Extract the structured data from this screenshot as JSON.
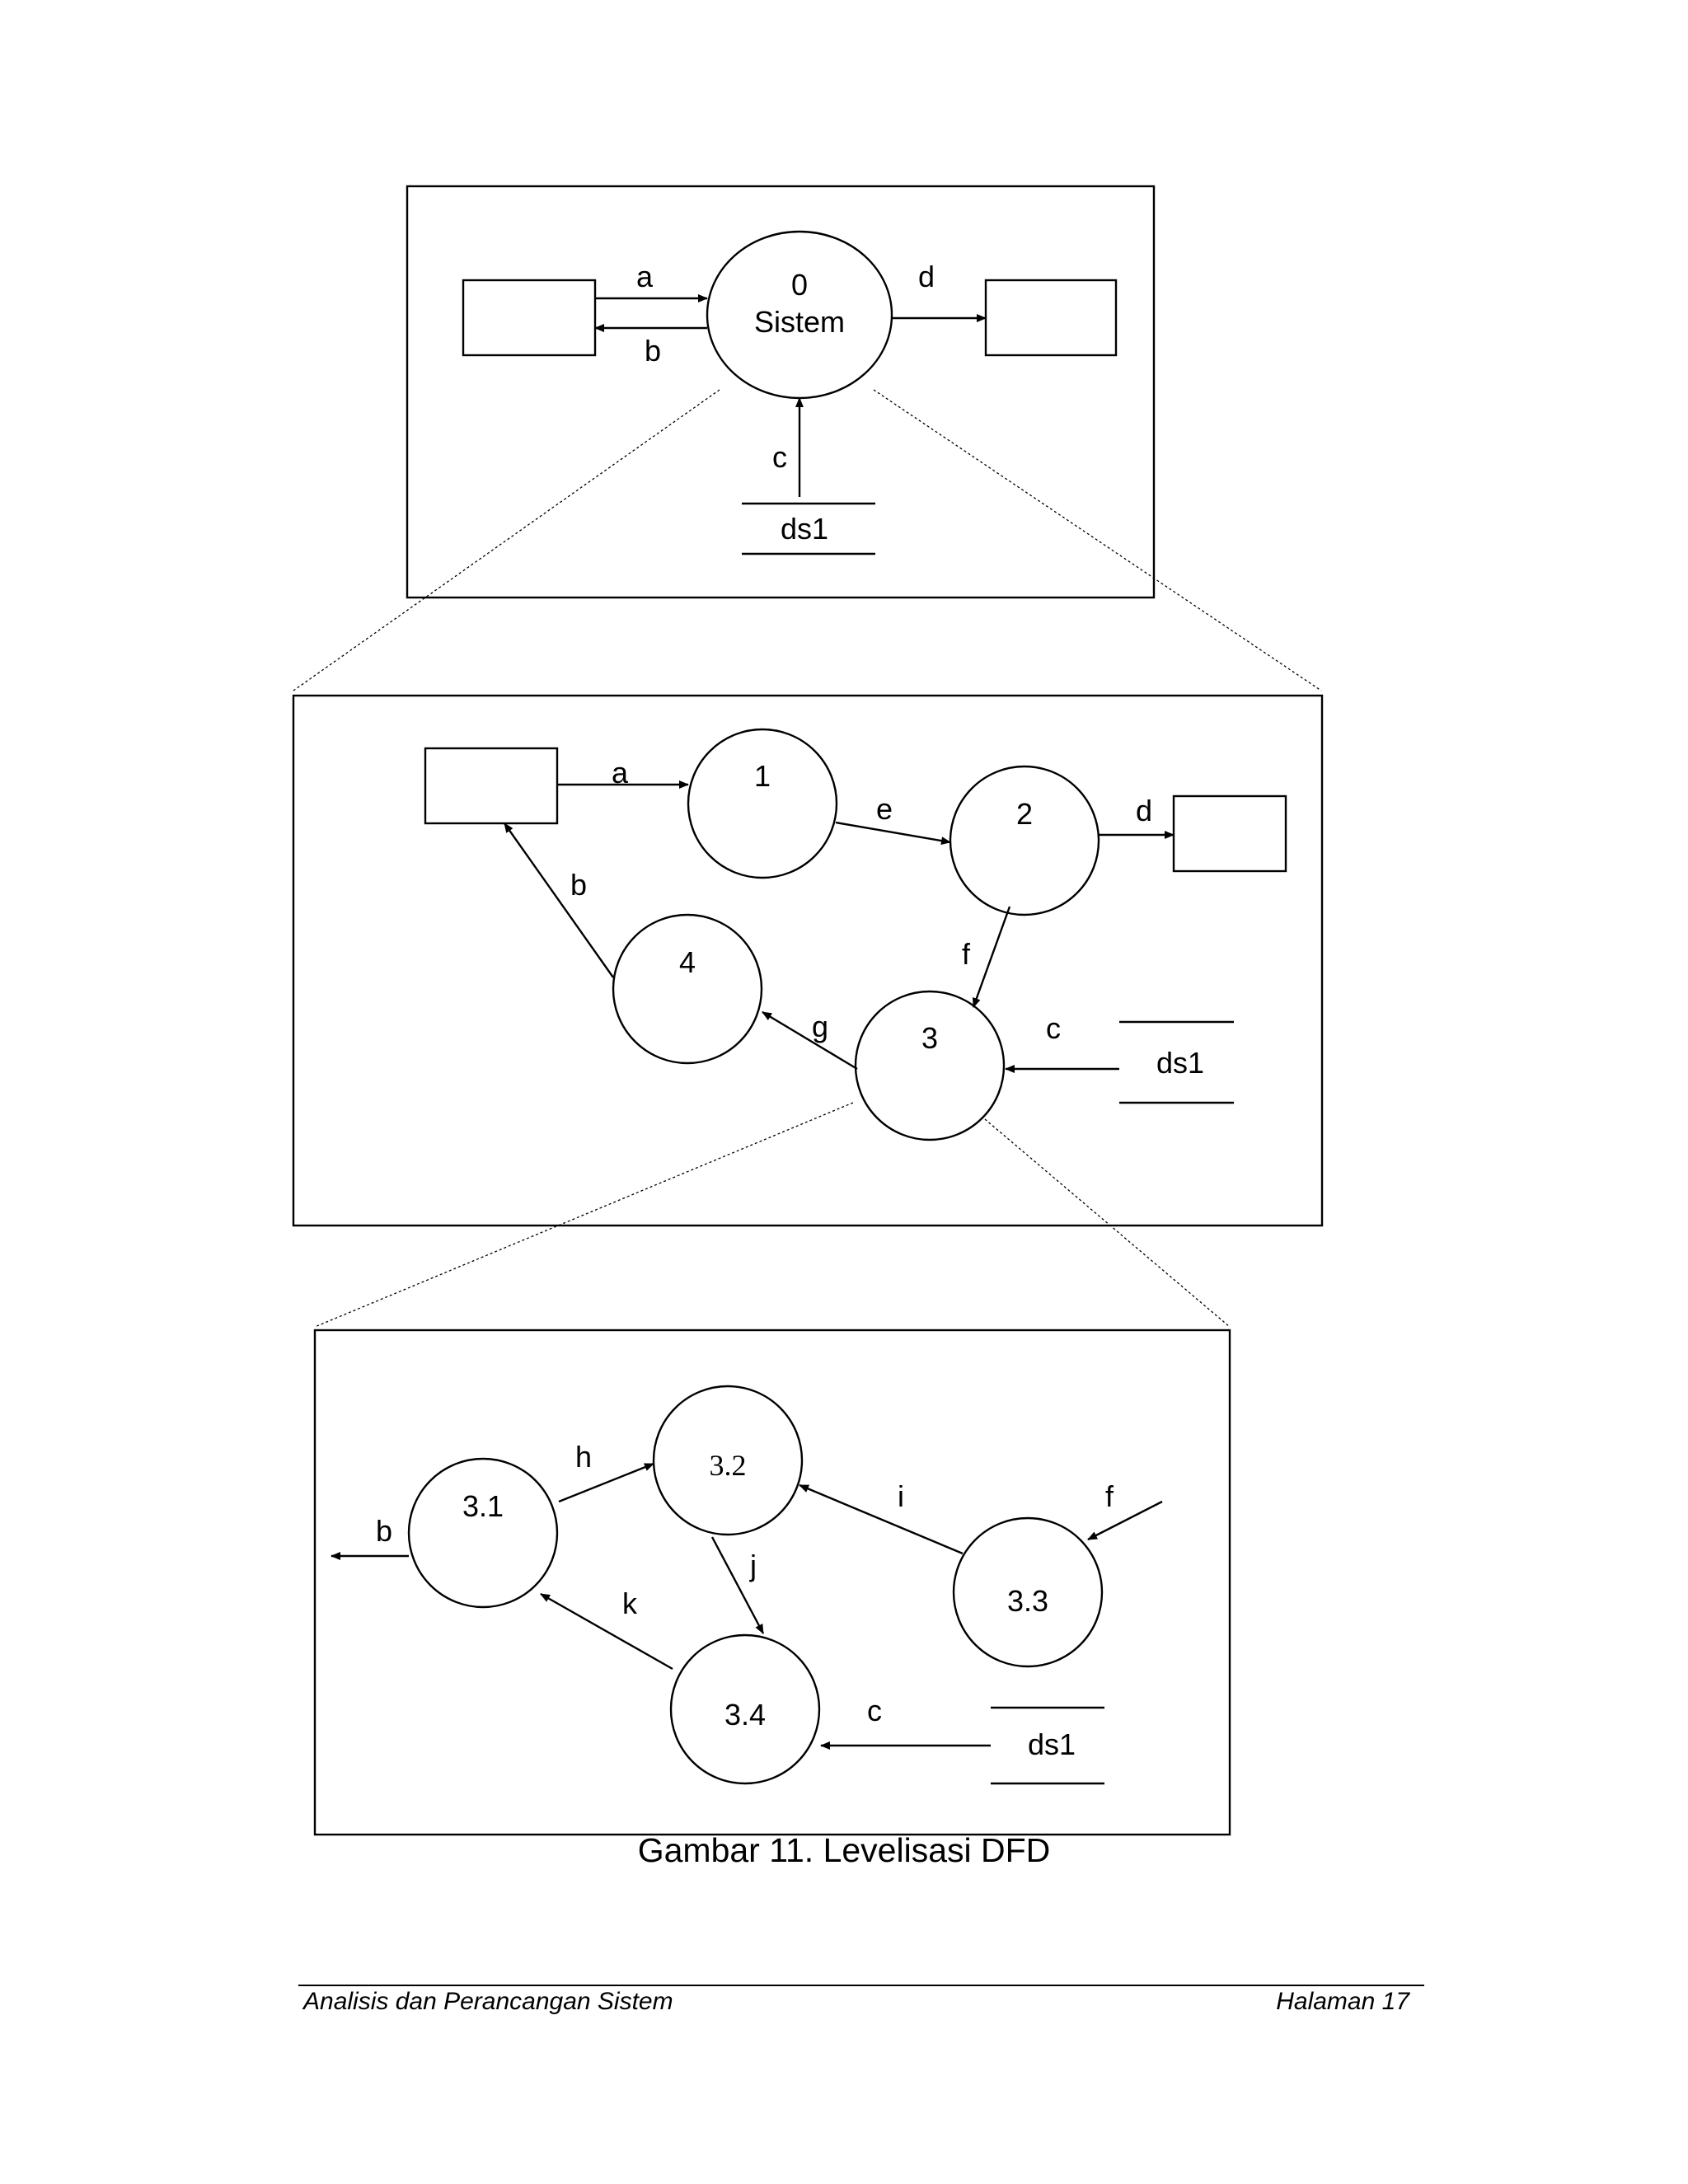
{
  "level0": {
    "process_number": "0",
    "process_name": "Sistem",
    "flow_a": "a",
    "flow_b": "b",
    "flow_c": "c",
    "flow_d": "d",
    "store": "ds1"
  },
  "level1": {
    "p1": "1",
    "p2": "2",
    "p3": "3",
    "p4": "4",
    "flow_a": "a",
    "flow_b": "b",
    "flow_c": "c",
    "flow_d": "d",
    "flow_e": "e",
    "flow_f": "f",
    "flow_g": "g",
    "store": "ds1"
  },
  "level2": {
    "p31": "3.1",
    "p32": "3.2",
    "p33": "3.3",
    "p34": "3.4",
    "flow_b": "b",
    "flow_c": "c",
    "flow_f": "f",
    "flow_h": "h",
    "flow_i": "i",
    "flow_j": "j",
    "flow_k": "k",
    "store": "ds1"
  },
  "caption": "Gambar 11. Levelisasi DFD",
  "footer": {
    "left": "Analisis dan Perancangan Sistem",
    "right": "Halaman 17"
  }
}
